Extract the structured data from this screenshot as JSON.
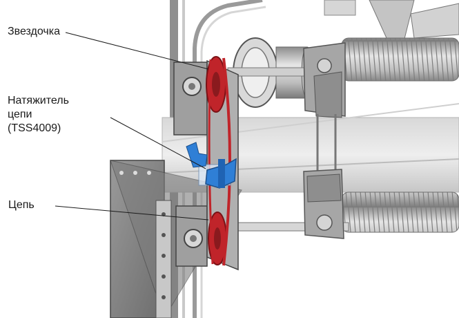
{
  "labels": {
    "sprocket": "Звездочка",
    "tensioner_line1": "Натяжитель",
    "tensioner_line2": "цепи",
    "tensioner_line3": "(TSS4009)",
    "chain": "Цепь"
  },
  "colors": {
    "chain": "#c0242a",
    "tensioner": "#2f7fd6",
    "metal": "#a9a9a9",
    "spring": "#bdbdbd",
    "background": "#ffffff"
  }
}
